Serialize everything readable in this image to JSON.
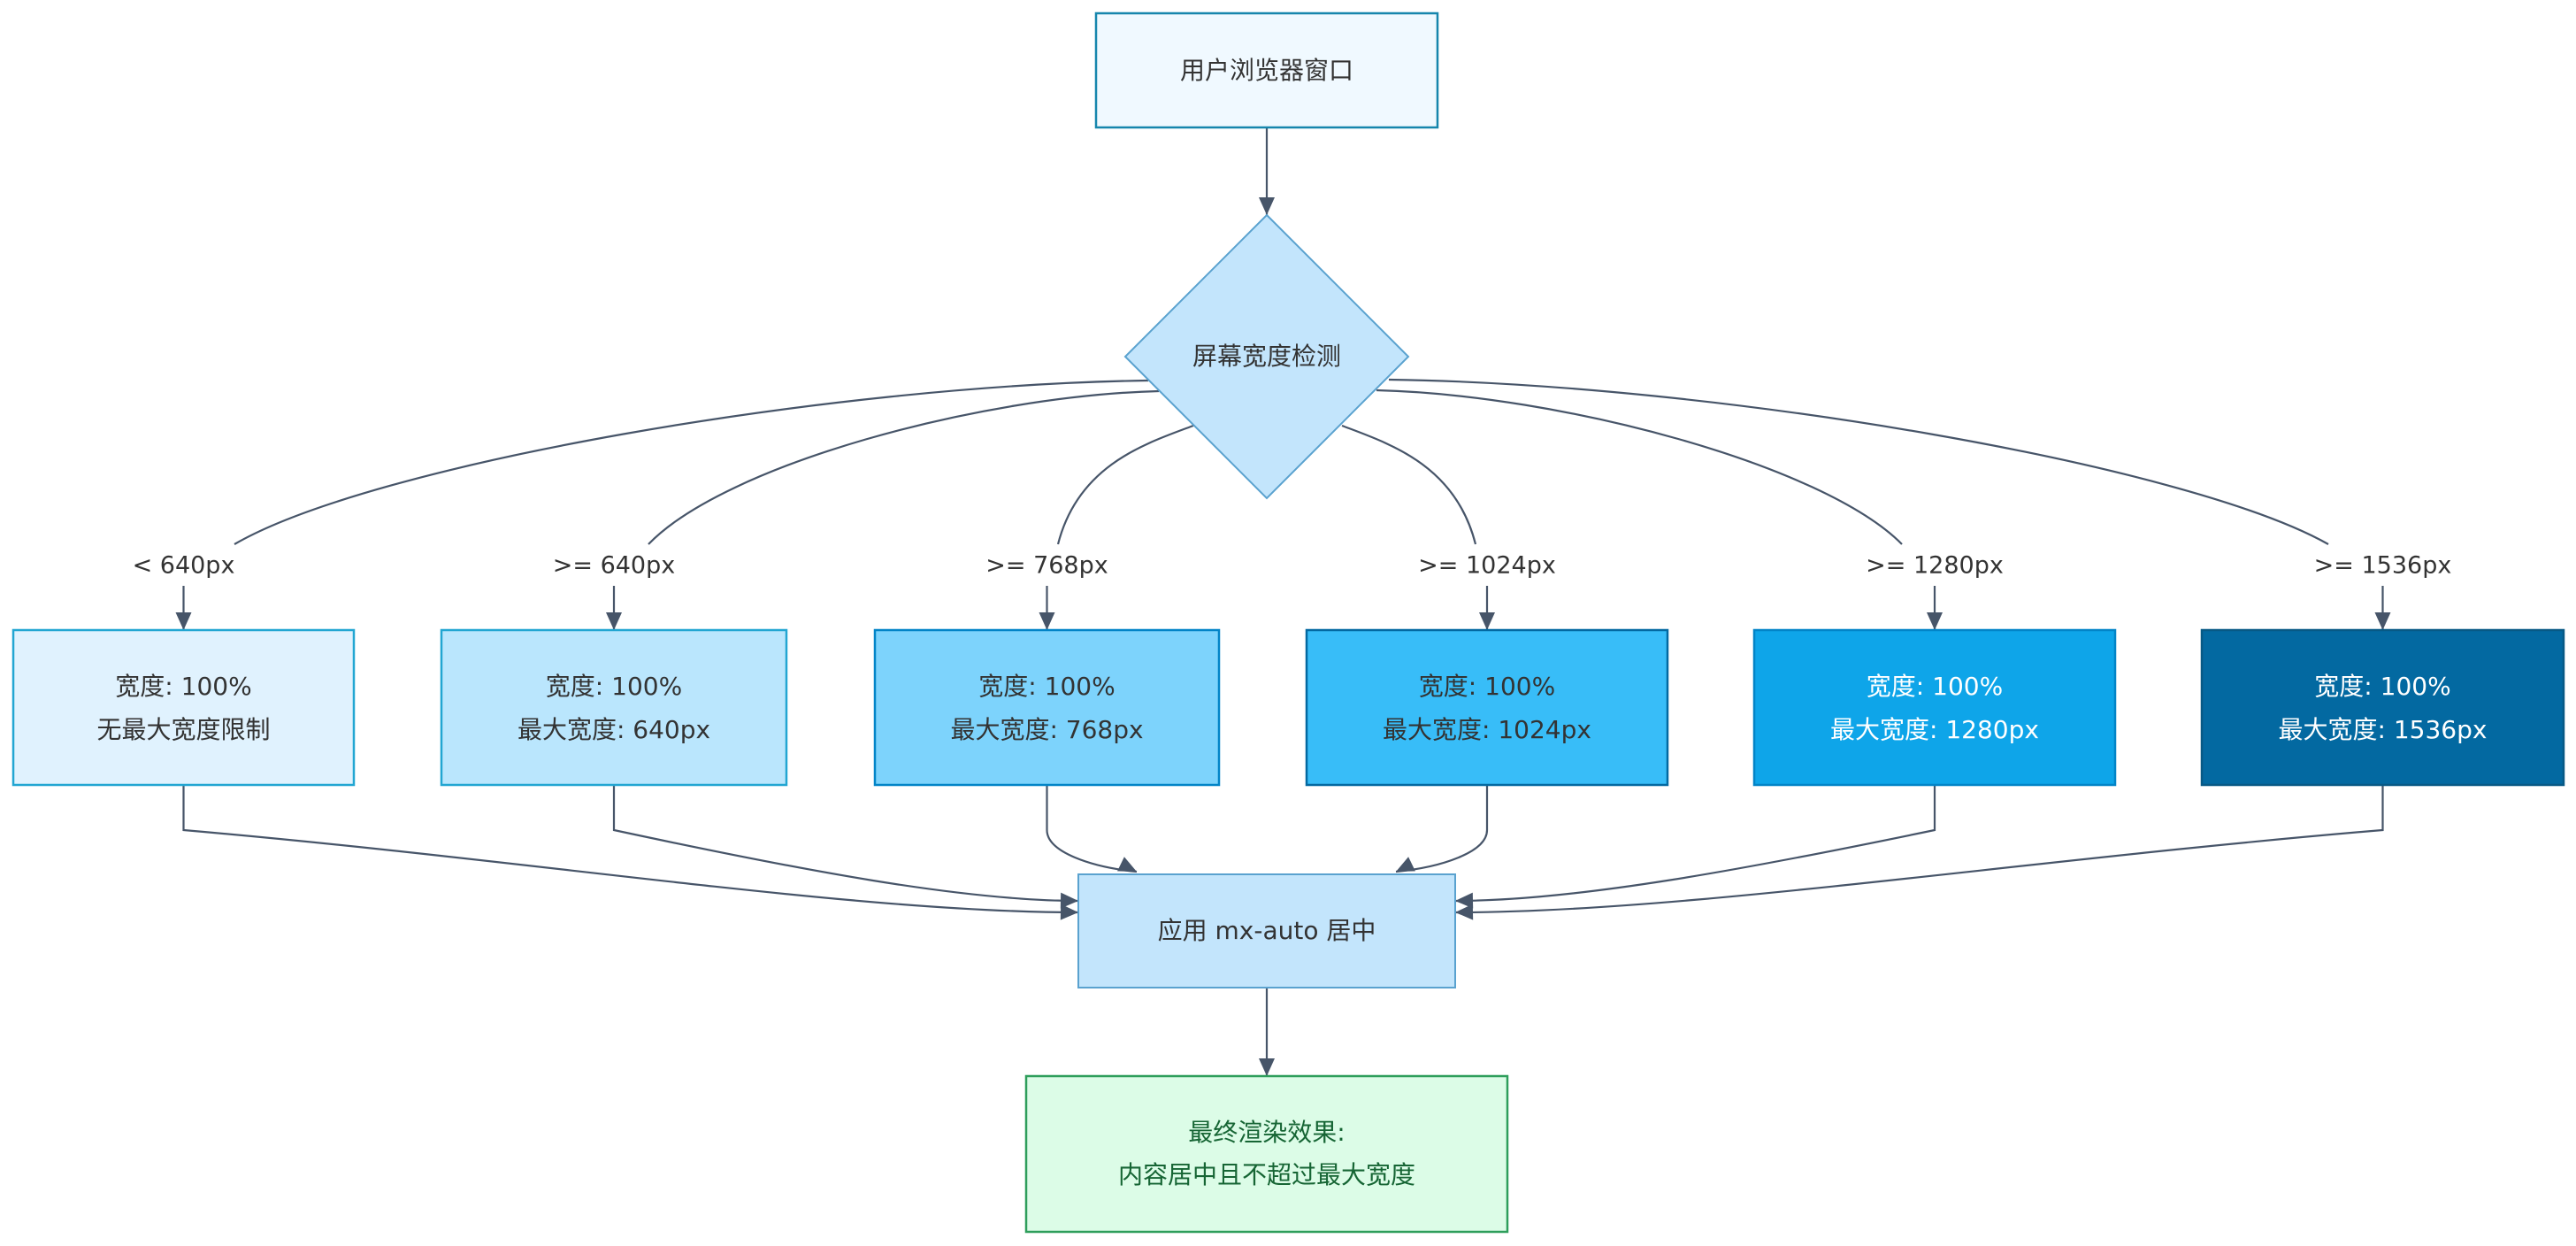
{
  "diagram": {
    "type": "flowchart",
    "nodes": {
      "browser": {
        "label": "用户浏览器窗口",
        "fill": "#f0f9ff",
        "stroke": "#1686ad",
        "text_color": "#333333"
      },
      "detect": {
        "label": "屏幕宽度检测",
        "shape": "diamond",
        "fill": "#c3e5fc",
        "stroke": "#5aa2cf",
        "text_color": "#333333"
      },
      "breakpoints": [
        {
          "condition": "< 640px",
          "line1": "宽度: 100%",
          "line2": "无最大宽度限制",
          "fill": "#e0f2fe",
          "stroke": "#22a6d2",
          "text_color": "#333333"
        },
        {
          "condition": ">= 640px",
          "line1": "宽度: 100%",
          "line2": "最大宽度: 640px",
          "fill": "#bae6fd",
          "stroke": "#22a6d2",
          "text_color": "#333333"
        },
        {
          "condition": ">= 768px",
          "line1": "宽度: 100%",
          "line2": "最大宽度: 768px",
          "fill": "#7dd3fc",
          "stroke": "#0284c7",
          "text_color": "#333333"
        },
        {
          "condition": ">= 1024px",
          "line1": "宽度: 100%",
          "line2": "最大宽度: 1024px",
          "fill": "#38bdf8",
          "stroke": "#0369a1",
          "text_color": "#333333"
        },
        {
          "condition": ">= 1280px",
          "line1": "宽度: 100%",
          "line2": "最大宽度: 1280px",
          "fill": "#0ea5e9",
          "stroke": "#0284c7",
          "text_color": "#ffffff"
        },
        {
          "condition": ">= 1536px",
          "line1": "宽度: 100%",
          "line2": "最大宽度: 1536px",
          "fill": "#0369a1",
          "stroke": "#075985",
          "text_color": "#ffffff"
        }
      ],
      "center": {
        "label": "应用 mx-auto 居中",
        "fill": "#c3e5fc",
        "stroke": "#5aa2cf",
        "text_color": "#333333"
      },
      "result": {
        "line1": "最终渲染效果:",
        "line2": "内容居中且不超过最大宽度",
        "fill": "#dcfce7",
        "stroke": "#2e9e5b",
        "text_color": "#166534"
      }
    },
    "edges": [
      {
        "from": "browser",
        "to": "detect"
      },
      {
        "from": "detect",
        "to": "breakpoints.0",
        "label": "< 640px"
      },
      {
        "from": "detect",
        "to": "breakpoints.1",
        "label": ">= 640px"
      },
      {
        "from": "detect",
        "to": "breakpoints.2",
        "label": ">= 768px"
      },
      {
        "from": "detect",
        "to": "breakpoints.3",
        "label": ">= 1024px"
      },
      {
        "from": "detect",
        "to": "breakpoints.4",
        "label": ">= 1280px"
      },
      {
        "from": "detect",
        "to": "breakpoints.5",
        "label": ">= 1536px"
      },
      {
        "from": "breakpoints.0",
        "to": "center"
      },
      {
        "from": "breakpoints.1",
        "to": "center"
      },
      {
        "from": "breakpoints.2",
        "to": "center"
      },
      {
        "from": "breakpoints.3",
        "to": "center"
      },
      {
        "from": "breakpoints.4",
        "to": "center"
      },
      {
        "from": "breakpoints.5",
        "to": "center"
      },
      {
        "from": "center",
        "to": "result"
      }
    ],
    "edge_color": "#475569"
  }
}
